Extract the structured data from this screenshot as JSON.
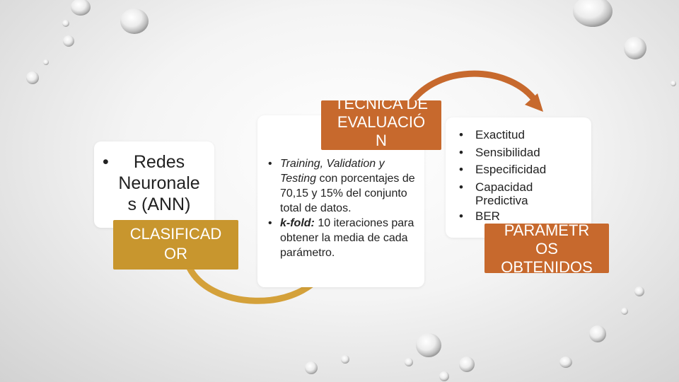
{
  "colors": {
    "gold_tag": "#c8962e",
    "orange_tag": "#c7692d",
    "gold_arrow": "#d4a13a",
    "orange_arrow": "#c7692d",
    "card": "#ffffff",
    "text": "#222222"
  },
  "icons": [
    "curved-arrow-gold-icon",
    "curved-arrow-orange-icon",
    "water-droplet-decor"
  ],
  "nodes": [
    {
      "id": "clasificador",
      "tag": [
        "CLASIFICAD",
        "OR"
      ],
      "bullets": [
        {
          "lines": [
            "Redes",
            "Neuronale",
            "s (ANN)"
          ]
        }
      ]
    },
    {
      "id": "evaluacion",
      "tag": [
        "TÉCNICA DE",
        "EVALUACIÓ",
        "N"
      ],
      "bullets": [
        {
          "italic": "Training, Validation y Testing",
          "rest": " con porcentajes de 70,15 y 15% del conjunto total de datos."
        },
        {
          "bolditalic": "k-fold:",
          "rest": " 10 iteraciones para obtener la media de cada parámetro."
        }
      ]
    },
    {
      "id": "parametros",
      "tag": [
        "PARÁMETR",
        "OS",
        "OBTENIDOS"
      ],
      "bullets": [
        {
          "text": "Exactitud"
        },
        {
          "text": "Sensibilidad"
        },
        {
          "text": "Especificidad"
        },
        {
          "text": "Capacidad",
          "text2": "Predictiva"
        },
        {
          "text": "BER"
        }
      ]
    }
  ]
}
